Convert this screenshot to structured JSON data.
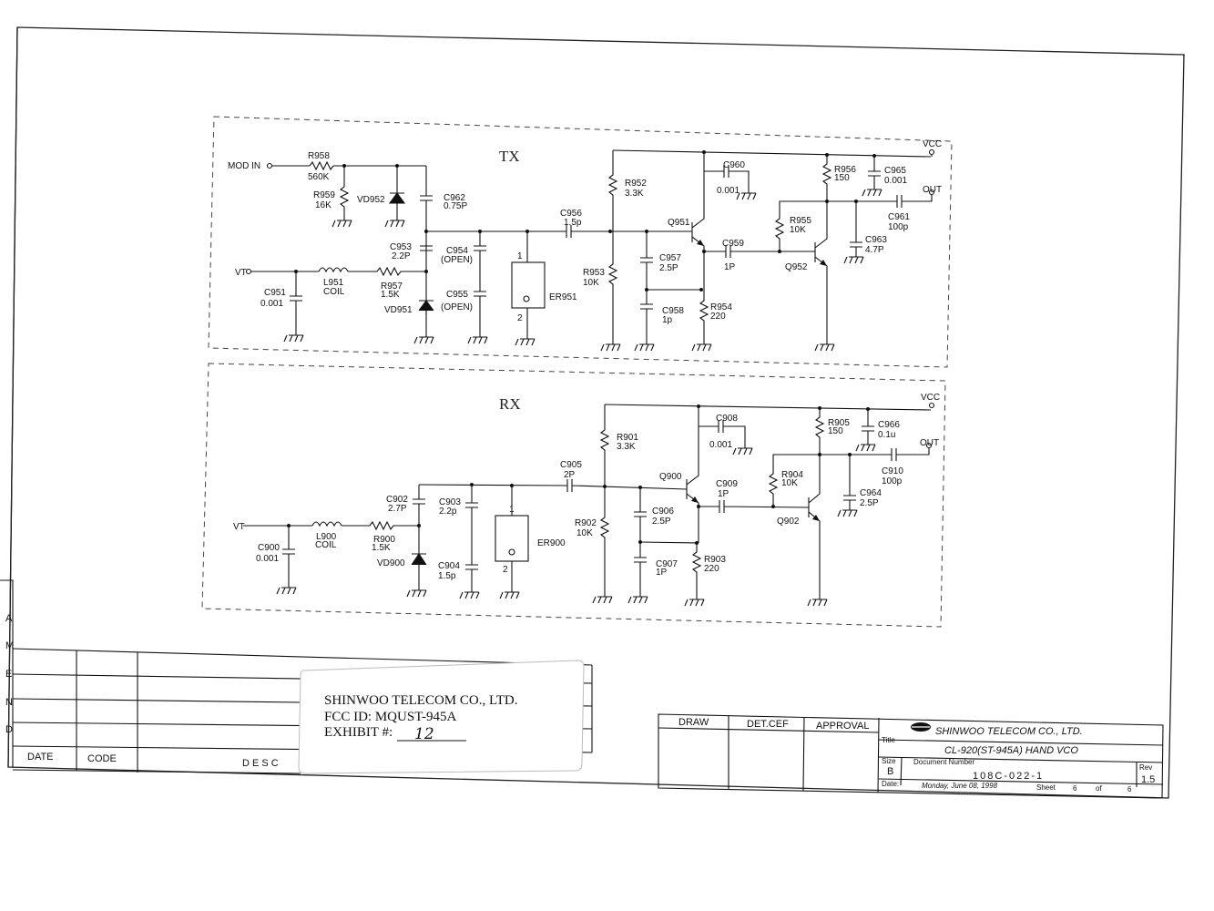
{
  "sheet": {
    "sections": {
      "tx": "TX",
      "rx": "RX"
    },
    "amend": [
      "A",
      "M",
      "E",
      "N",
      "D"
    ],
    "revision_table": {
      "date": "DATE",
      "code": "CODE",
      "desc": "D E S C"
    }
  },
  "tx": {
    "ports": {
      "mod_in": "MOD IN",
      "vt": "VT",
      "vcc": "VCC",
      "out": "OUT"
    },
    "parts": {
      "R958": [
        "R958",
        "560K"
      ],
      "R959": [
        "R959",
        "16K"
      ],
      "VD952": [
        "VD952"
      ],
      "C962": [
        "C962",
        "0.75P"
      ],
      "C953": [
        "C953",
        "2.2P"
      ],
      "C954": [
        "C954",
        "(OPEN)"
      ],
      "C955": [
        "C955",
        "(OPEN)"
      ],
      "VD951": [
        "VD951"
      ],
      "L951": [
        "L951",
        "COIL"
      ],
      "R957": [
        "R957",
        "1.5K"
      ],
      "C951": [
        "C951",
        "0.001"
      ],
      "ER951": [
        "ER951"
      ],
      "C956": [
        "C956",
        "1.5p"
      ],
      "R952": [
        "R952",
        "3.3K"
      ],
      "R953": [
        "R953",
        "10K"
      ],
      "C957": [
        "C957",
        "2.5P"
      ],
      "C958": [
        "C958",
        "1p"
      ],
      "R954": [
        "R954",
        "220"
      ],
      "Q951": [
        "Q951"
      ],
      "C960": [
        "C960",
        "0.001"
      ],
      "C959": [
        "C959",
        "1P"
      ],
      "R955": [
        "R955",
        "10K"
      ],
      "Q952": [
        "Q952"
      ],
      "R956": [
        "R956",
        "150"
      ],
      "C965": [
        "C965",
        "0.001"
      ],
      "C961": [
        "C961",
        "100p"
      ],
      "C963": [
        "C963",
        "4.7P"
      ]
    },
    "pins": [
      "1",
      "2"
    ]
  },
  "rx": {
    "ports": {
      "vt": "VT",
      "vcc": "VCC",
      "out": "OUT"
    },
    "parts": {
      "C900": [
        "C900",
        "0.001"
      ],
      "L900": [
        "L900",
        "COIL"
      ],
      "R900": [
        "R900",
        "1.5K"
      ],
      "VD900": [
        "VD900"
      ],
      "C902": [
        "C902",
        "2.7P"
      ],
      "C903": [
        "C903",
        "2.2p"
      ],
      "C904": [
        "C904",
        "1.5p"
      ],
      "ER900": [
        "ER900"
      ],
      "C905": [
        "C905",
        "2P"
      ],
      "R901": [
        "R901",
        "3.3K"
      ],
      "R902": [
        "R902",
        "10K"
      ],
      "C906": [
        "C906",
        "2.5P"
      ],
      "C907": [
        "C907",
        "1P"
      ],
      "R903": [
        "R903",
        "220"
      ],
      "Q900": [
        "Q900"
      ],
      "C908": [
        "C908",
        "0.001"
      ],
      "C909": [
        "C909",
        "1P"
      ],
      "R904": [
        "R904",
        "10K"
      ],
      "Q902": [
        "Q902"
      ],
      "R905": [
        "R905",
        "150"
      ],
      "C966": [
        "C966",
        "0.1u"
      ],
      "C910": [
        "C910",
        "100p"
      ],
      "C964": [
        "C964",
        "2.5P"
      ]
    },
    "pins": [
      "1",
      "2"
    ]
  },
  "stamp": {
    "company": "SHINWOO TELECOM CO., LTD.",
    "fcc_id": "FCC ID: MQUST-945A",
    "exhibit_label": "EXHIBIT #:",
    "exhibit_number": "12"
  },
  "title_block": {
    "draw": "DRAW",
    "det_cef": "DET.CEF",
    "approval": "APPROVAL",
    "company": "SHINWOO TELECOM CO., LTD.",
    "title_label": "Title",
    "title": "CL-920(ST-945A) HAND VCO",
    "size_label": "Size",
    "size": "B",
    "docnum_label": "Document Number",
    "docnum": "108C-022-1",
    "rev_label": "Rev",
    "rev": "1.5",
    "date_label": "Date:",
    "date": "Monday, June 08, 1998",
    "sheet_label": "Sheet",
    "sheet": "6",
    "of_label": "of",
    "of": "6"
  }
}
